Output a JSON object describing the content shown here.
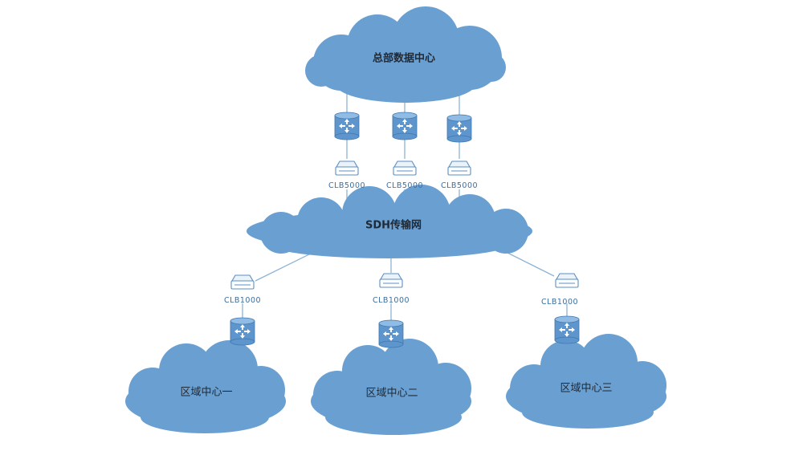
{
  "clouds": {
    "hq": "总部数据中心",
    "sdh": "SDH传输网",
    "region1": "区域中心一",
    "region2": "区域中心二",
    "region3": "区域中心三"
  },
  "top_devices": [
    "CLB5000",
    "CLB5000",
    "CLB5000"
  ],
  "bottom_devices": [
    "CLB1000",
    "CLB1000",
    "CLB1000"
  ],
  "icons": {
    "router": "router-icon",
    "load_balancer": "load-balancer-icon"
  },
  "colors": {
    "cloud": "#6a9fd2",
    "router": "#5d95cc",
    "link": "#8fb3d4",
    "device_label": "#3b6e9e"
  }
}
